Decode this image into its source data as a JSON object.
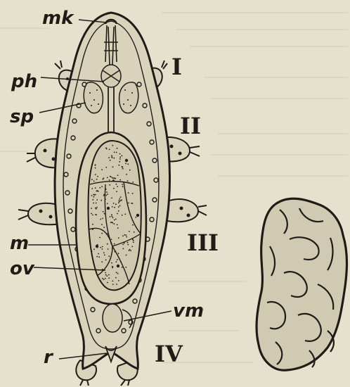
{
  "figure": {
    "labels": {
      "mk": "mk",
      "ph": "ph",
      "sp": "sp",
      "m": "m",
      "ov": "ov",
      "vm": "vm",
      "r": "r"
    },
    "segments": [
      "I",
      "II",
      "III",
      "IV"
    ]
  },
  "colors": {
    "paper": "#e6e1cd",
    "ink": "#1f1c17",
    "body": "#d9d3bb",
    "ovary": "#cfc8ae"
  }
}
